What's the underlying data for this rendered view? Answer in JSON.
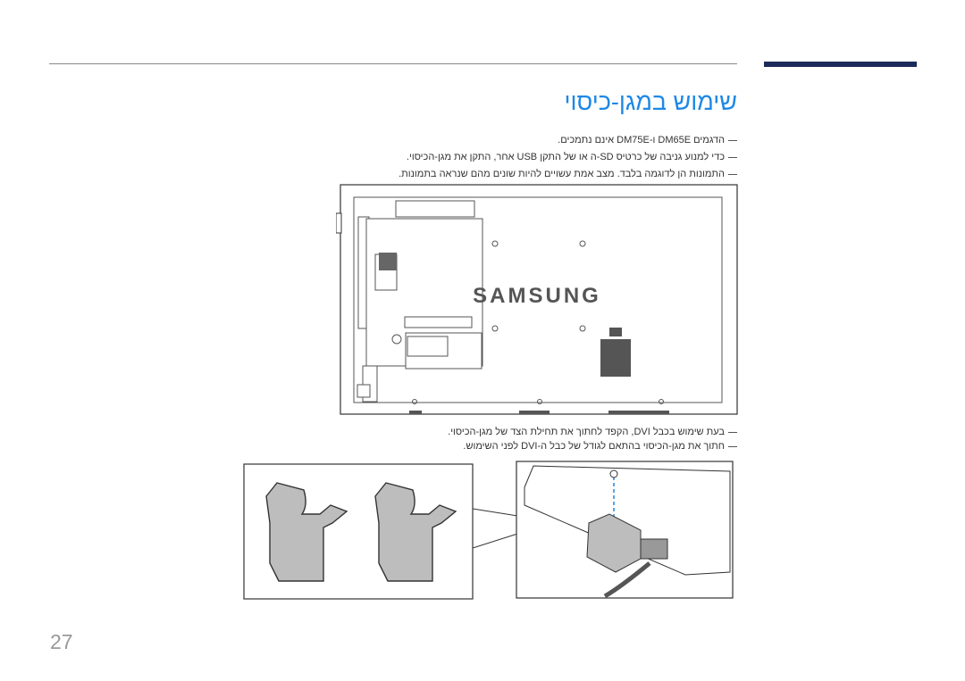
{
  "colors": {
    "accent": "#1d2b5a",
    "title": "#1e88e5",
    "rule": "#888888"
  },
  "page": {
    "title": "שימוש במגן-כיסוי",
    "page_number": "27"
  },
  "notes_top": [
    "הדגמים DM65E ו-DM75E אינם נתמכים.",
    "כדי למנוע גניבה של כרטיס SD-ה או של התקן USB אחר, התקן את מגן-הכיסוי.",
    "התמונות הן לדוגמה בלבד. מצב אמת עשויים להיות שונים מהם שנראה בתמונות."
  ],
  "notes_bottom": [
    "בעת שימוש בכבל DVI, הקפד לחתוך את תחילת הצד של מגן-הכיסוי.",
    "חתוך את מגן-הכיסוי בהתאם לגודל של כבל ה-DVI לפני השימוש."
  ],
  "figure": {
    "brand_logo_text": "SAMSUNG"
  },
  "icons": [
    "tv-back-illustration",
    "cover-shield-illustration",
    "cable-attach-illustration"
  ]
}
